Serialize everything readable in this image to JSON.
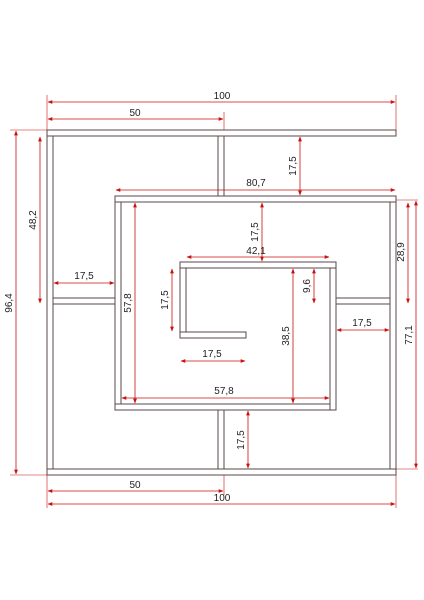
{
  "drawing": {
    "line_color": "#5a4a4a",
    "dimension_color": "#cc1010"
  },
  "dimensions": {
    "top_total": "100",
    "top_half": "50",
    "top_gap": "17,5",
    "upper_inner_width": "80,7",
    "left_total_height": "96,4",
    "left_upper_height": "48,2",
    "left_side_gap": "17,5",
    "mid_inner_height": "57,8",
    "center_top_gap": "17,5",
    "center_inner_width": "42,1",
    "center_hook_height": "17,5",
    "center_hook_width": "17,5",
    "center_right_height": "38,5",
    "center_small_gap": "9,6",
    "right_upper_height": "28,9",
    "right_side_gap": "17,5",
    "right_total_height": "77,1",
    "lower_inner_width": "57,8",
    "bottom_gap": "17,5",
    "bottom_half": "50",
    "bottom_total": "100"
  }
}
